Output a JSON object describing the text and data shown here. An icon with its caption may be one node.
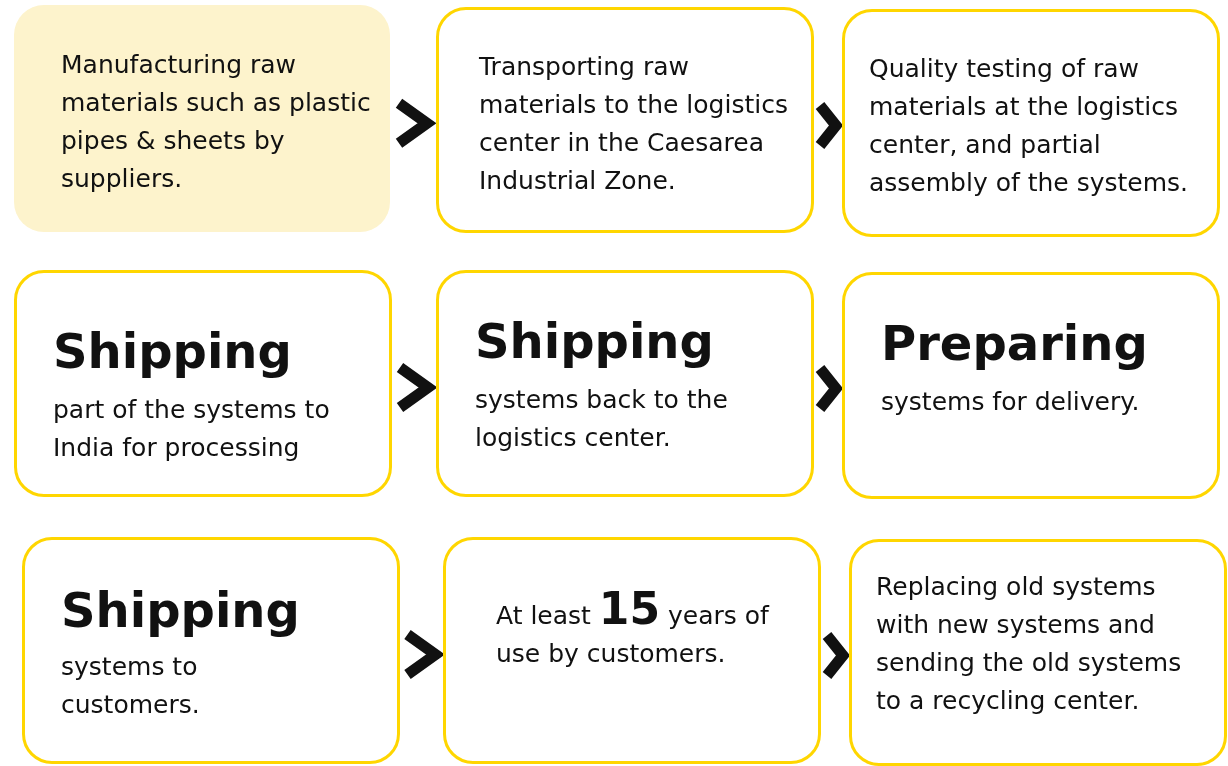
{
  "diagram": {
    "nodes": [
      {
        "text": [
          "Manufacturing raw materials such as plastic pipes & sheets by suppliers."
        ]
      },
      {
        "text": [
          "Transporting raw materials to the logistics center in the Caesarea Industrial Zone."
        ]
      },
      {
        "text": [
          "Quality testing of raw materials at the logistics center, and partial assembly of the systems."
        ]
      },
      {
        "text": [
          "Shipping",
          "part of the systems to India for processing"
        ]
      },
      {
        "text": [
          "Shipping",
          "systems back to the logistics center."
        ]
      },
      {
        "text": [
          "Preparing",
          "systems for delivery."
        ]
      },
      {
        "text": [
          "Shipping",
          "systems to customers."
        ]
      },
      {
        "text": [
          "At least **15** years of use by customers."
        ]
      },
      {
        "text": [
          "Replacing old systems with new systems and sending the old systems to a recycling center."
        ]
      }
    ],
    "edges": [
      {
        "from": 0,
        "to": 1,
        "arrow": "to"
      },
      {
        "from": 1,
        "to": 2,
        "arrow": "to"
      },
      {
        "from": 3,
        "to": 4,
        "arrow": "to"
      },
      {
        "from": 4,
        "to": 5,
        "arrow": "to"
      },
      {
        "from": 6,
        "to": 7,
        "arrow": "to"
      },
      {
        "from": 7,
        "to": 8,
        "arrow": "to"
      }
    ]
  }
}
